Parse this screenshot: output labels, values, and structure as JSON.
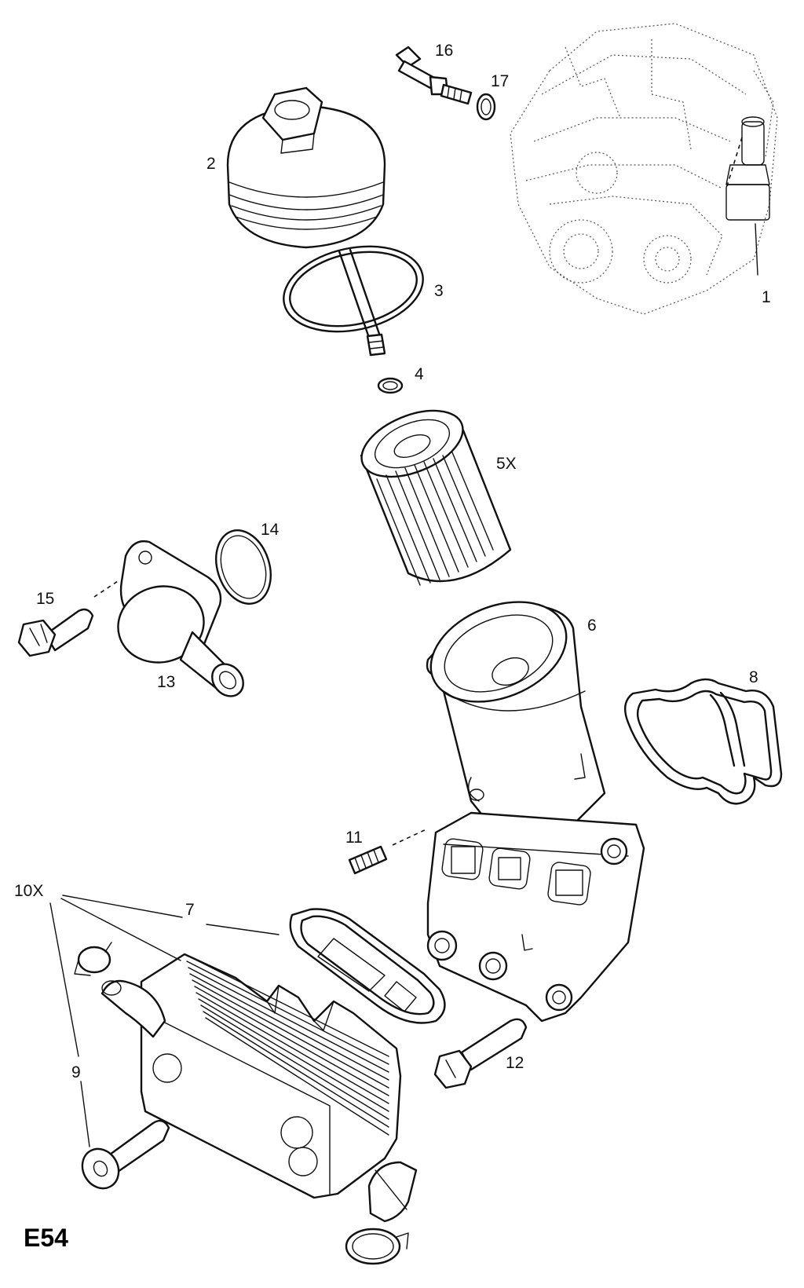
{
  "diagram_code": "E54",
  "callouts": {
    "c1": "1",
    "c2": "2",
    "c3": "3",
    "c4": "4",
    "c5": "5X",
    "c6": "6",
    "c7": "7",
    "c8": "8",
    "c9": "9",
    "c10": "10X",
    "c11": "11",
    "c12": "12",
    "c13": "13",
    "c14": "14",
    "c15": "15",
    "c16": "16",
    "c17": "17"
  }
}
